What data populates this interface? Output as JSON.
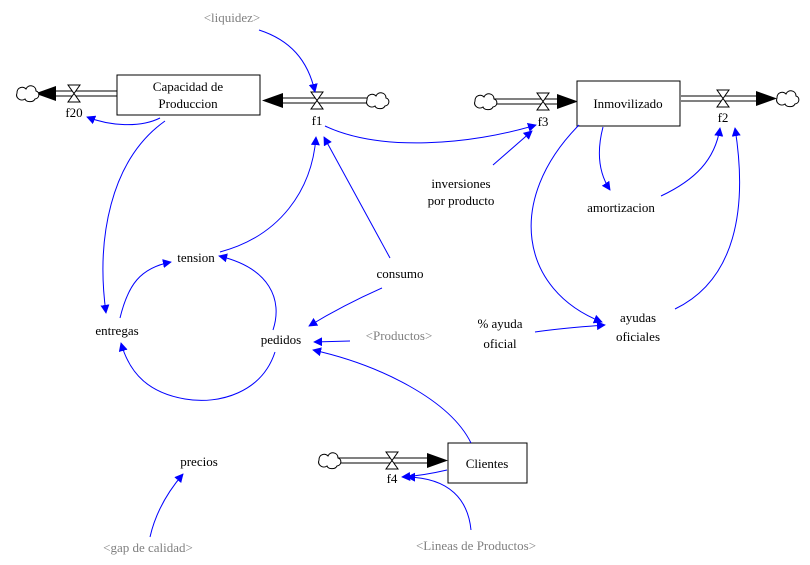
{
  "stocks": {
    "capacidad_line1": "Capacidad de",
    "capacidad_line2": "Produccion",
    "inmovilizado": "Inmovilizado",
    "clientes": "Clientes"
  },
  "flows": {
    "f1": "f1",
    "f2": "f2",
    "f3": "f3",
    "f4": "f4",
    "f20": "f20"
  },
  "variables": {
    "tension": "tension",
    "entregas": "entregas",
    "pedidos": "pedidos",
    "consumo": "consumo",
    "precios": "precios",
    "amortizacion": "amortizacion",
    "inversiones_line1": "inversiones",
    "inversiones_line2": "por producto",
    "ayuda_oficial_line1": "% ayuda",
    "ayuda_oficial_line2": "oficial",
    "ayudas_oficiales_line1": "ayudas",
    "ayudas_oficiales_line2": "oficiales"
  },
  "shadow_variables": {
    "liquidez": "<liquidez>",
    "productos": "<Productos>",
    "gap_calidad": "<gap de calidad>",
    "lineas_productos": "<Lineas de Productos>"
  },
  "colors": {
    "link": "#0000ff",
    "pipe": "#000000",
    "shadow_text": "#808080"
  }
}
